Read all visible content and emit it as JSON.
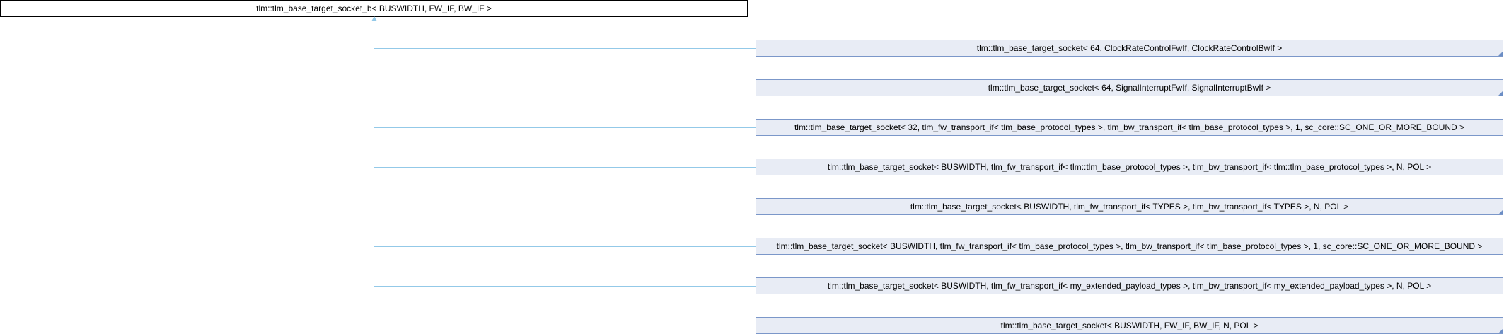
{
  "base_class": "tlm::tlm_base_target_socket_b< BUSWIDTH, FW_IF, BW_IF >",
  "derived_classes": [
    {
      "label": "tlm::tlm_base_target_socket< 64, ClockRateControlFwIf, ClockRateControlBwIf >",
      "external": true
    },
    {
      "label": "tlm::tlm_base_target_socket< 64, SignalInterruptFwIf, SignalInterruptBwIf >",
      "external": true
    },
    {
      "label": "tlm::tlm_base_target_socket< 32, tlm_fw_transport_if< tlm_base_protocol_types >, tlm_bw_transport_if< tlm_base_protocol_types >, 1, sc_core::SC_ONE_OR_MORE_BOUND >",
      "external": false
    },
    {
      "label": "tlm::tlm_base_target_socket< BUSWIDTH, tlm_fw_transport_if< tlm::tlm_base_protocol_types >, tlm_bw_transport_if< tlm::tlm_base_protocol_types >, N, POL >",
      "external": false
    },
    {
      "label": "tlm::tlm_base_target_socket< BUSWIDTH, tlm_fw_transport_if< TYPES >, tlm_bw_transport_if< TYPES >, N, POL >",
      "external": true
    },
    {
      "label": "tlm::tlm_base_target_socket< BUSWIDTH, tlm_fw_transport_if< tlm_base_protocol_types >, tlm_bw_transport_if< tlm_base_protocol_types >, 1, sc_core::SC_ONE_OR_MORE_BOUND >",
      "external": false
    },
    {
      "label": "tlm::tlm_base_target_socket< BUSWIDTH, tlm_fw_transport_if< my_extended_payload_types >, tlm_bw_transport_if< my_extended_payload_types >, N, POL >",
      "external": false
    },
    {
      "label": "tlm::tlm_base_target_socket< BUSWIDTH, FW_IF, BW_IF, N, POL >",
      "external": true
    }
  ],
  "colors": {
    "box_fill": "#e8ecf5",
    "box_border": "#7b97c9",
    "edge": "#93c9e8"
  }
}
